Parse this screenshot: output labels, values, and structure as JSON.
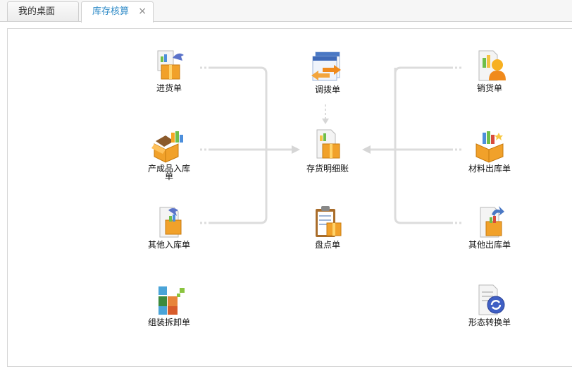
{
  "tabs": [
    {
      "label": "我的桌面",
      "active": false
    },
    {
      "label": "库存核算",
      "active": true,
      "close": "×"
    }
  ],
  "items": {
    "purchase_order": {
      "label": "进货单",
      "icon": "box-in-icon"
    },
    "finished_goods_in": {
      "label": "产成品入库单",
      "icon": "open-box-chart-icon"
    },
    "other_in": {
      "label": "其他入库单",
      "icon": "doc-box-in-icon"
    },
    "assembly": {
      "label": "组装拆卸单",
      "icon": "blocks-icon"
    },
    "transfer": {
      "label": "调拨单",
      "icon": "transfer-arrows-icon"
    },
    "inventory_ledger": {
      "label": "存货明细账",
      "icon": "ledger-box-icon"
    },
    "stocktake": {
      "label": "盘点单",
      "icon": "clipboard-box-icon"
    },
    "sales_order": {
      "label": "销货单",
      "icon": "doc-person-icon"
    },
    "material_out": {
      "label": "材料出库单",
      "icon": "box-chart-star-icon"
    },
    "other_out": {
      "label": "其他出库单",
      "icon": "doc-box-out-icon"
    },
    "form_convert": {
      "label": "形态转换单",
      "icon": "doc-refresh-icon"
    }
  },
  "colors": {
    "tab_active_text": "#2d8ac7",
    "flow_line": "#d9d9d9",
    "box_orange": "#f5a623"
  }
}
